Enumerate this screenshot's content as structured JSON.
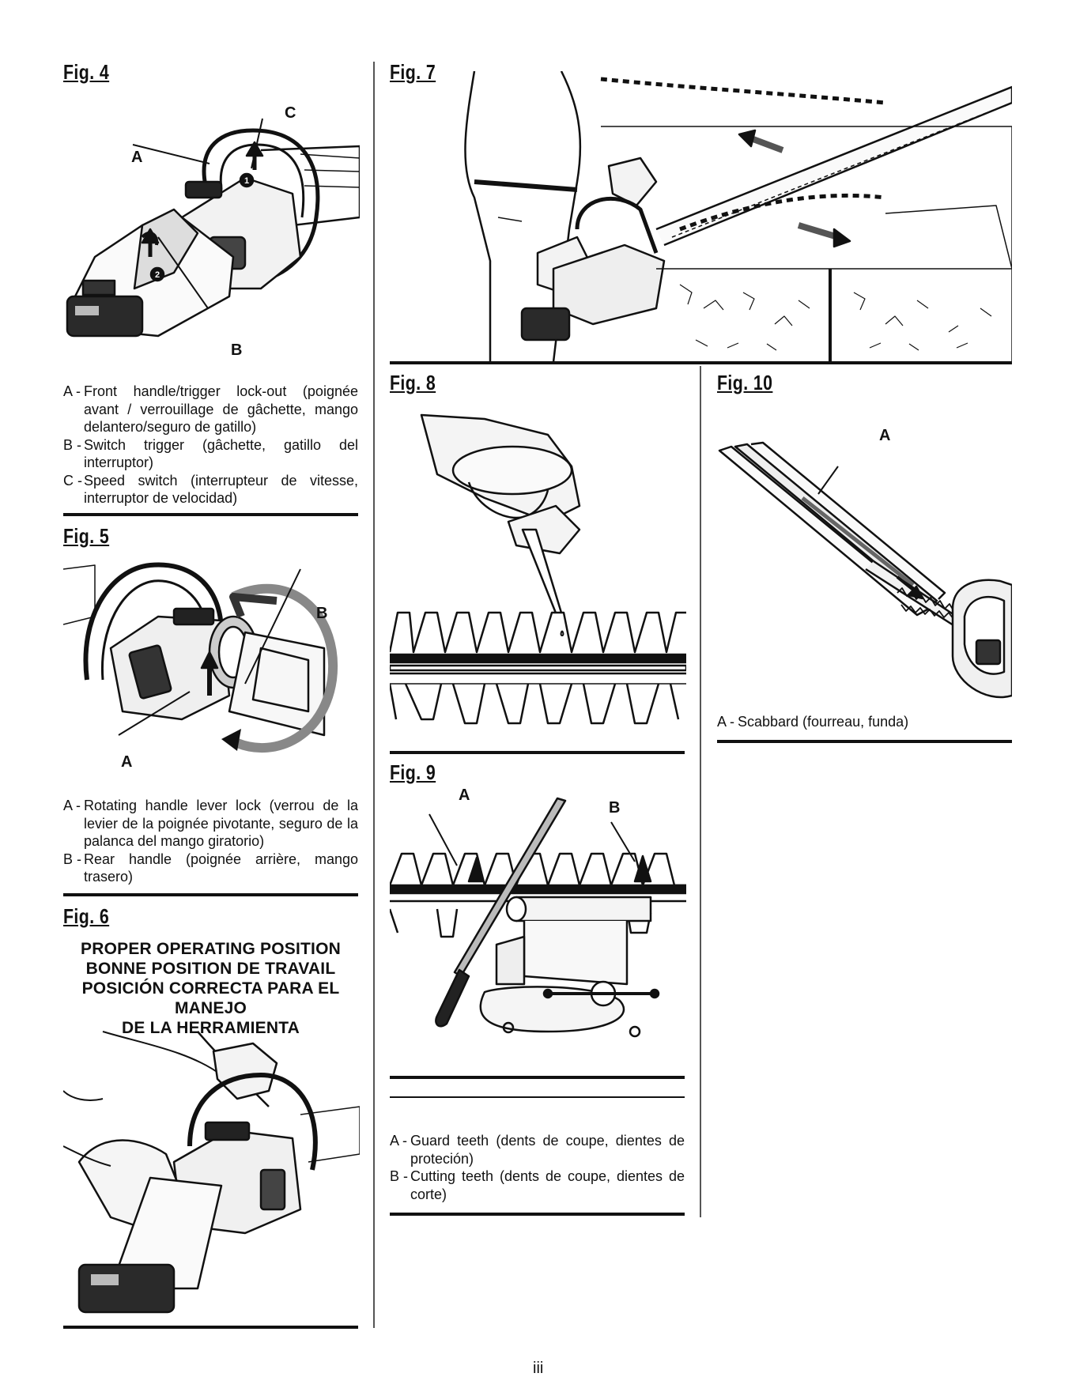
{
  "figures": {
    "fig4": {
      "title": "Fig. 4",
      "callouts": [
        "A",
        "B",
        "C"
      ],
      "legend": [
        {
          "key": "A -",
          "text": "Front handle/trigger lock-out (poignée avant / verrouillage de gâchette, mango delantero/seguro de gatillo)"
        },
        {
          "key": "B -",
          "text": "Switch trigger (gâchette, gatillo del interruptor)"
        },
        {
          "key": "C -",
          "text": "Speed switch (interrupteur de vitesse, interruptor de velocidad)"
        }
      ]
    },
    "fig5": {
      "title": "Fig. 5",
      "callouts": [
        "A",
        "B"
      ],
      "legend": [
        {
          "key": "A -",
          "text": "Rotating handle lever lock (verrou de la levier de la poignée pivotante, seguro de la palanca del mango giratorio)"
        },
        {
          "key": "B -",
          "text": "Rear handle (poignée arrière, mango trasero)"
        }
      ]
    },
    "fig6": {
      "title": "Fig. 6",
      "heading": [
        "PROPER OPERATING POSITION",
        "BONNE POSITION DE TRAVAIL",
        "POSICIÓN CORRECTA PARA EL MANEJO",
        "DE LA HERRAMIENTA"
      ]
    },
    "fig7": {
      "title": "Fig. 7"
    },
    "fig8": {
      "title": "Fig. 8"
    },
    "fig9": {
      "title": "Fig. 9",
      "callouts": [
        "A",
        "B"
      ],
      "legend": [
        {
          "key": "A -",
          "text": "Guard teeth (dents de coupe, dientes de proteción)"
        },
        {
          "key": "B -",
          "text": "Cutting teeth (dents de coupe, dientes de corte)"
        }
      ]
    },
    "fig10": {
      "title": "Fig. 10",
      "callouts": [
        "A"
      ],
      "legend": [
        {
          "key": "A -",
          "text": "Scabbard (fourreau, funda)"
        }
      ]
    }
  },
  "page_number": "iii"
}
